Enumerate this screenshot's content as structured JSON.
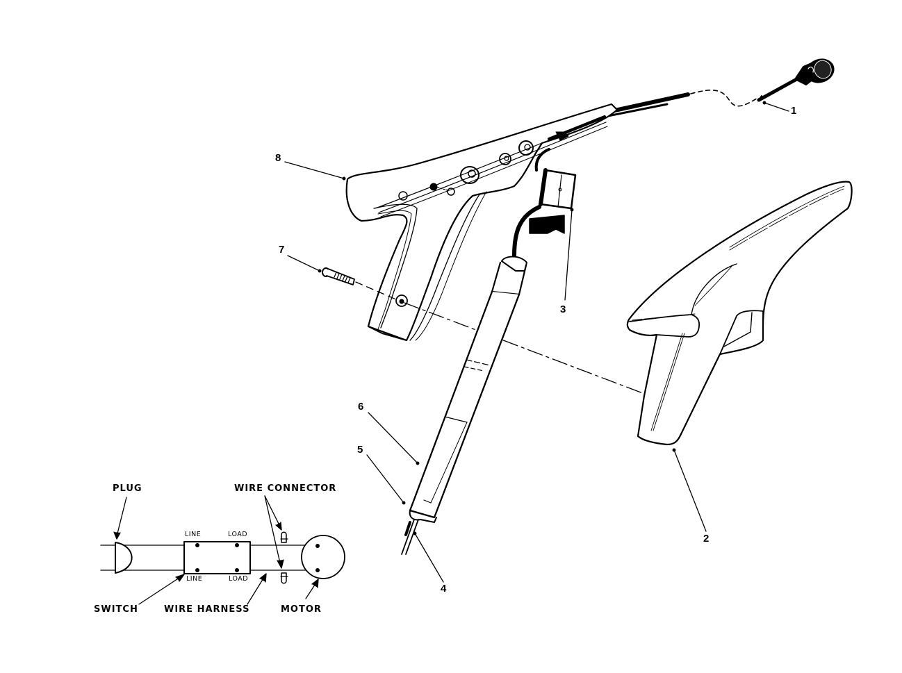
{
  "diagram": {
    "type": "exploded-parts-view",
    "colors": {
      "ink": "#000000",
      "background": "#ffffff"
    },
    "callouts": [
      {
        "id": "1",
        "label": "1",
        "part": "power-cord-plug"
      },
      {
        "id": "2",
        "label": "2",
        "part": "right-housing-half"
      },
      {
        "id": "3",
        "label": "3",
        "part": "switch"
      },
      {
        "id": "4",
        "label": "4",
        "part": "motor-leads"
      },
      {
        "id": "5",
        "label": "5",
        "part": "motor-end-cap"
      },
      {
        "id": "6",
        "label": "6",
        "part": "motor-tube"
      },
      {
        "id": "7",
        "label": "7",
        "part": "housing-screw"
      },
      {
        "id": "8",
        "label": "8",
        "part": "left-housing-half"
      }
    ]
  },
  "wiring_schematic": {
    "labels": {
      "plug": "PLUG",
      "wire_connector": "WIRE CONNECTOR",
      "switch": "SWITCH",
      "wire_harness": "WIRE HARNESS",
      "motor": "MOTOR"
    },
    "terminals": {
      "line_top": "LINE",
      "load_top": "LOAD",
      "line_bottom": "LINE",
      "load_bottom": "LOAD"
    }
  }
}
